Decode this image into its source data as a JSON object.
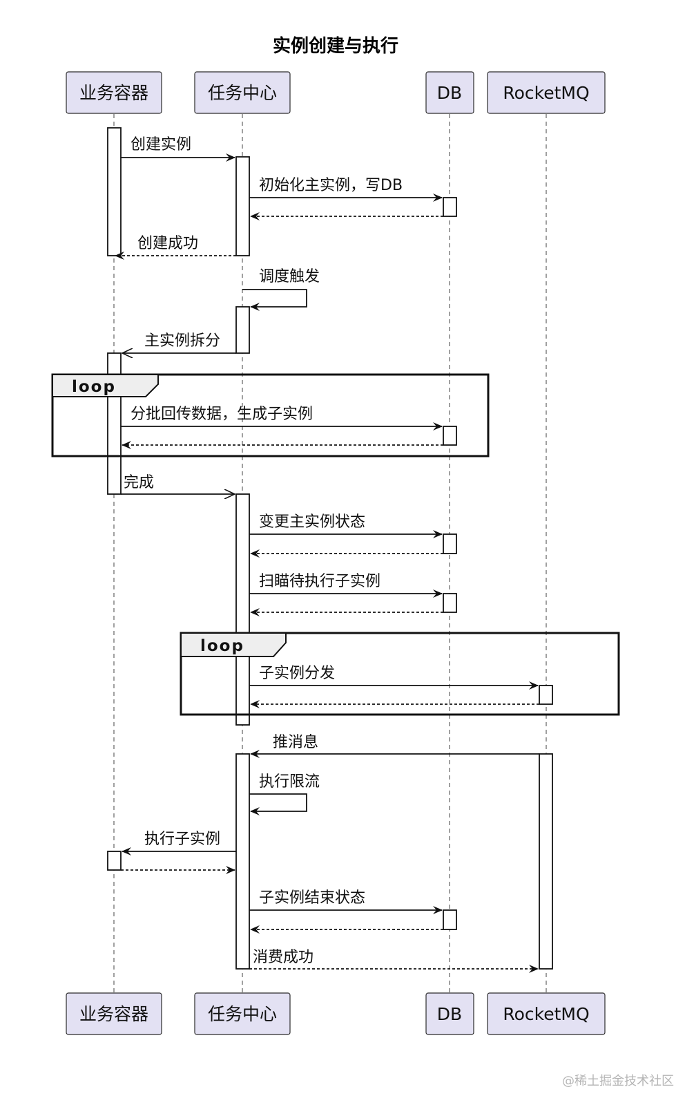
{
  "title": "实例创建与执行",
  "participants": [
    {
      "id": "biz",
      "label": "业务容器"
    },
    {
      "id": "task",
      "label": "任务中心"
    },
    {
      "id": "db",
      "label": "DB"
    },
    {
      "id": "mq",
      "label": "RocketMQ"
    }
  ],
  "messages": {
    "m1": "创建实例",
    "m2": "初始化主实例，写DB",
    "m3": "创建成功",
    "m4": "调度触发",
    "m5": "主实例拆分",
    "m6": "分批回传数据，生成子实例",
    "m7": "完成",
    "m8": "变更主实例状态",
    "m9": "扫瞄待执行子实例",
    "m10": "子实例分发",
    "m11": "推消息",
    "m12": "执行限流",
    "m13": "执行子实例",
    "m14": "子实例结束状态",
    "m15": "消费成功"
  },
  "loops": {
    "loop1": "loop",
    "loop2": "loop"
  },
  "watermark": "@稀土掘金技术社区"
}
